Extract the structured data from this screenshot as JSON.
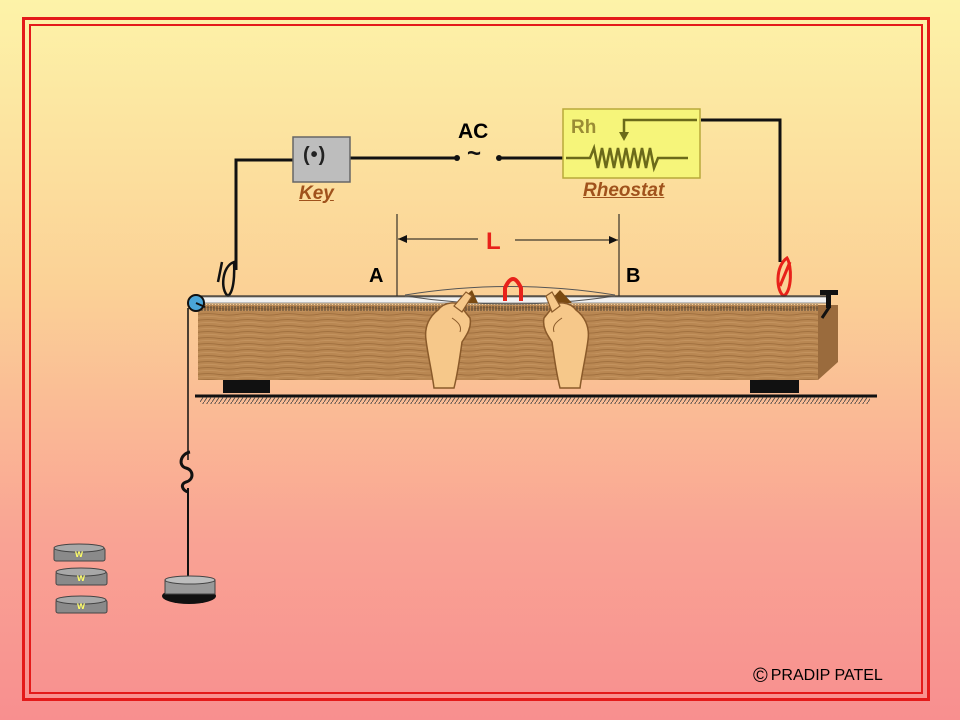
{
  "labels": {
    "ac": "AC",
    "ac_symbol": "~",
    "key": "Key",
    "key_symbol": "(•)",
    "rh": "Rh",
    "rheostat": "Rheostat",
    "length": "L",
    "point_a": "A",
    "point_b": "B",
    "weight": "w"
  },
  "copyright": {
    "symbol": "©",
    "text": "PRADIP PATEL"
  },
  "colors": {
    "frame": "#e41a1a",
    "rheostat_box": "#f6f57a",
    "label_brown": "#a0521c",
    "accent_red": "#e8211a",
    "wood": "#b07c45"
  }
}
